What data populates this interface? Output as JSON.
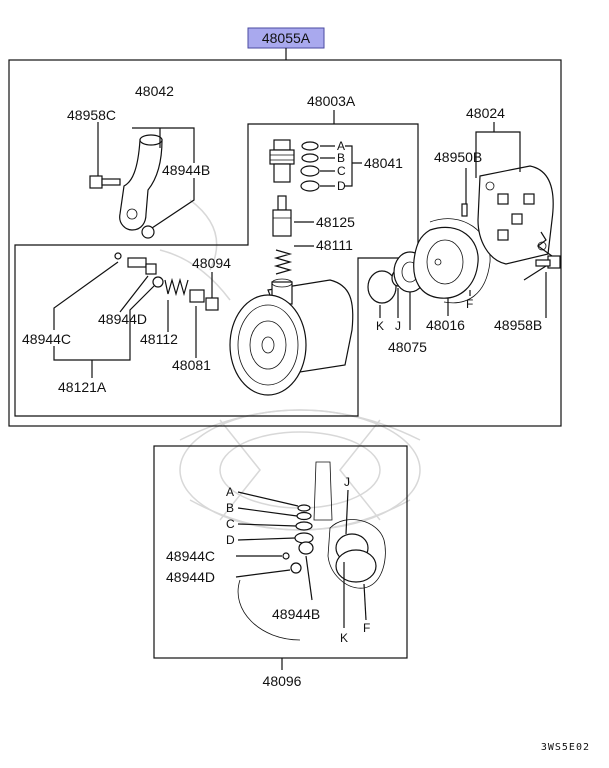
{
  "diagram": {
    "assembly_part": "48055A",
    "sub_assembly_part": "48096",
    "drawing_code": "3WS5E02",
    "labels": {
      "p48042": "48042",
      "p48958C": "48958C",
      "p48944B": "48944B",
      "p48003A": "48003A",
      "p48041": "48041",
      "p48125": "48125",
      "p48111": "48111",
      "p48024": "48024",
      "p48950B": "48950B",
      "p48094": "48094",
      "p48944D": "48944D",
      "p48944C": "48944C",
      "p48112": "48112",
      "p48121A": "48121A",
      "p48081": "48081",
      "p48016": "48016",
      "p48075": "48075",
      "p48958B": "48958B",
      "K": "K",
      "J": "J",
      "F": "F",
      "A": "A",
      "B": "B",
      "C": "C",
      "D": "D",
      "s_A": "A",
      "s_B": "B",
      "s_C": "C",
      "s_D": "D",
      "s_J": "J",
      "s_K": "K",
      "s_F": "F",
      "s_48944C": "48944C",
      "s_48944D": "48944D",
      "s_48944B": "48944B"
    }
  }
}
